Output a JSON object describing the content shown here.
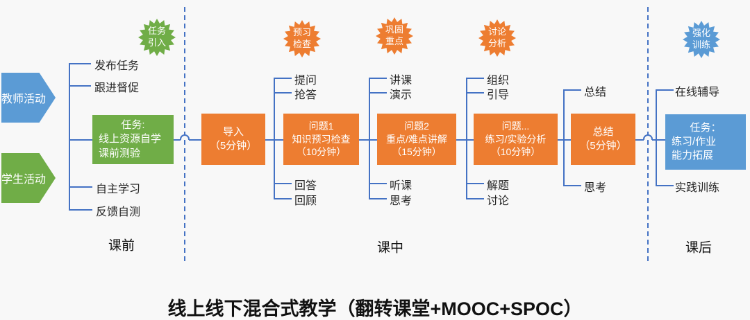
{
  "title": "线上线下混合式教学（翻转课堂+MOOC+SPOC）",
  "stages": {
    "pre": "课前",
    "mid": "课中",
    "post": "课后"
  },
  "lanes": {
    "teacher": "教师活动",
    "student": "学生活动"
  },
  "badges": {
    "task_intro": {
      "line1": "任务",
      "line2": "引入"
    },
    "preview_check": {
      "line1": "预习",
      "line2": "检查"
    },
    "consolidate_focus": {
      "line1": "巩固",
      "line2": "重点"
    },
    "discuss_analyze": {
      "line1": "讨论",
      "line2": "分析"
    },
    "reinforce_train": {
      "line1": "强化",
      "line2": "训练"
    }
  },
  "left": {
    "teacher_branches": [
      "发布任务",
      "跟进督促"
    ],
    "student_branches": [
      "自主学习",
      "反馈自测"
    ],
    "task_box": {
      "line1": "任务:",
      "line2": "线上资源自学",
      "line3": "课前测验"
    }
  },
  "nodes": {
    "intro": {
      "line1": "导入",
      "line2": "（5分钟）"
    },
    "q1": {
      "line1": "问题1",
      "line2": "知识预习检查",
      "line3": "（10分钟）"
    },
    "q2": {
      "line1": "问题2",
      "line2": "重点/难点讲解",
      "line3": "（15分钟）"
    },
    "qn": {
      "line1": "问题...",
      "line2": "练习/实验分析",
      "line3": "（10分钟）"
    },
    "summary": {
      "line1": "总结",
      "line2": "（5分钟）"
    },
    "task_after": {
      "line1": "任务：",
      "line2": "练习/作业",
      "line3": "能力拓展"
    }
  },
  "branches": {
    "q1_top": [
      "提问",
      "抢答"
    ],
    "q1_bottom": [
      "回答",
      "回顾"
    ],
    "q2_top": [
      "讲课",
      "演示"
    ],
    "q2_bottom": [
      "听课",
      "思考"
    ],
    "qn_top": [
      "组织",
      "引导"
    ],
    "qn_bottom": [
      "解题",
      "讨论"
    ],
    "summary_top": [
      "总结"
    ],
    "summary_bottom": [
      "思考"
    ],
    "after_top": [
      "在线辅导"
    ],
    "after_bottom": [
      "实践训练"
    ]
  },
  "colors": {
    "orange": "#ED7D31",
    "green": "#70AD47",
    "blue": "#5B9BD5",
    "line": "#4472C4"
  }
}
